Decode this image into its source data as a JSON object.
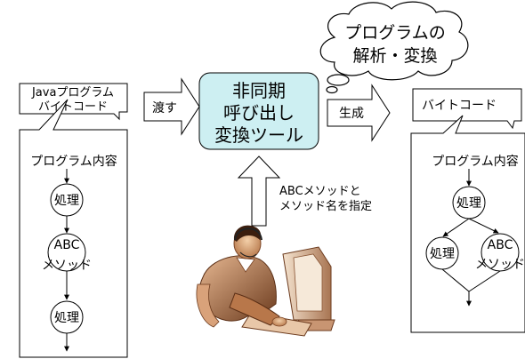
{
  "thought_bubble": {
    "line1": "プログラムの",
    "line2": "解析・変換"
  },
  "left_doc": {
    "title_line1": "Javaプログラム",
    "title_line2": "バイトコード",
    "content_label": "プログラム内容",
    "flow": [
      {
        "id": "proc1",
        "label": "処理"
      },
      {
        "id": "abc",
        "label_line1": "ABC",
        "label_line2": "メソッド"
      },
      {
        "id": "proc2",
        "label": "処理"
      }
    ]
  },
  "arrow_pass": {
    "label": "渡す"
  },
  "tool_box": {
    "line1": "非同期",
    "line2": "呼び出し",
    "line3": "変換ツール",
    "fill_color": "#cdeff2"
  },
  "arrow_generate": {
    "label": "生成"
  },
  "arrow_specify": {
    "line1": "ABCメソッドと",
    "line2": "メソッド名を指定"
  },
  "right_doc": {
    "title": "バイトコード",
    "content_label": "プログラム内容",
    "flow": [
      {
        "id": "proc-top",
        "label": "処理"
      },
      {
        "id": "proc-left",
        "label": "処理"
      },
      {
        "id": "abc",
        "label_line1": "ABC",
        "label_line2": "メソッド"
      }
    ]
  },
  "person_clipart": {
    "icon": "person-at-computer-icon"
  }
}
